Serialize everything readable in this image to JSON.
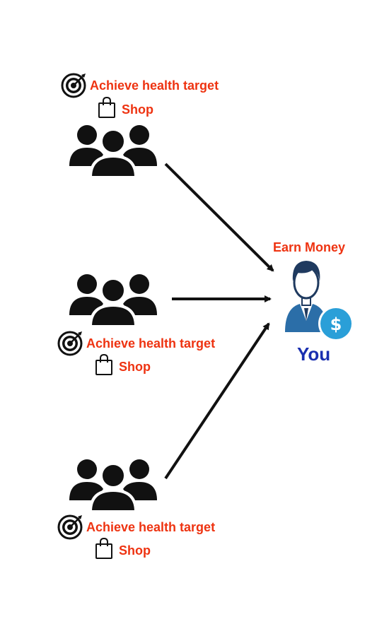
{
  "colors": {
    "label": "#ee3311",
    "you_text": "#1a2fb0",
    "icon_black": "#111111",
    "person_navy": "#1f3a5f",
    "person_blue": "#2b6ea8",
    "dollar_blue": "#2a9fd8"
  },
  "groups": [
    {
      "target_label": "Achieve health target",
      "shop_label": "Shop",
      "icons": [
        "target-icon",
        "shopping-bag-icon",
        "people-group-icon"
      ]
    },
    {
      "target_label": "Achieve health target",
      "shop_label": "Shop",
      "icons": [
        "target-icon",
        "shopping-bag-icon",
        "people-group-icon"
      ]
    },
    {
      "target_label": "Achieve health target",
      "shop_label": "Shop",
      "icons": [
        "target-icon",
        "shopping-bag-icon",
        "people-group-icon"
      ]
    }
  ],
  "you": {
    "earn_label": "Earn Money",
    "name": "You",
    "icons": [
      "person-icon",
      "dollar-coin-icon"
    ]
  }
}
